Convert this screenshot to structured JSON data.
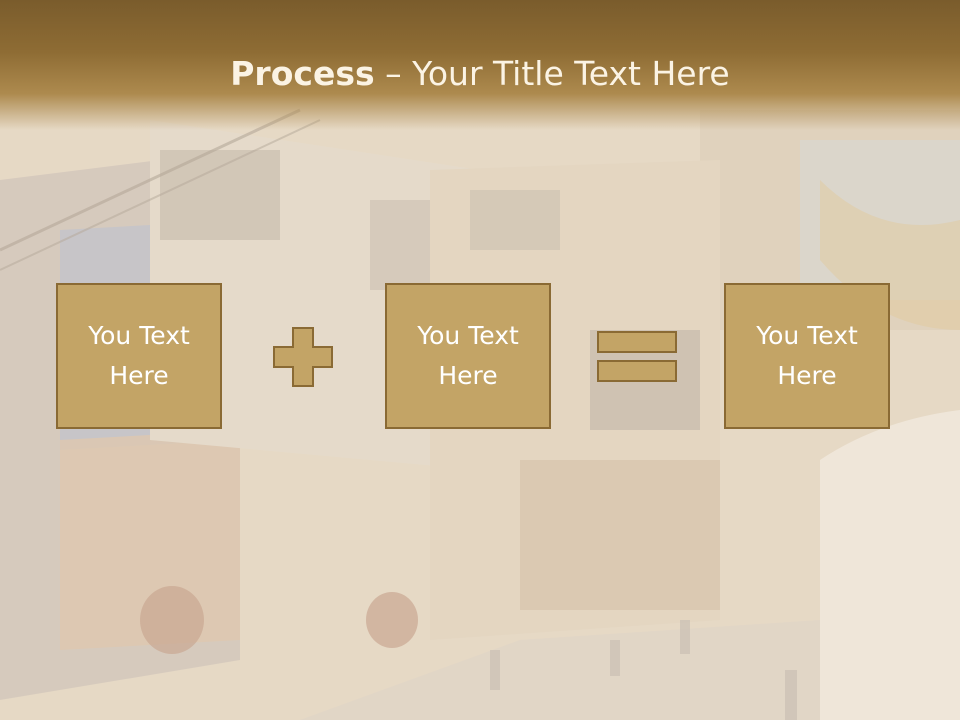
{
  "slide": {
    "title_bold": "Process",
    "title_rest": " – Your Title Text Here",
    "boxes": [
      {
        "label": "You Text\nHere"
      },
      {
        "label": "You Text\nHere"
      },
      {
        "label": "You Text\nHere"
      }
    ],
    "operators": [
      "plus-icon",
      "equals-icon"
    ]
  },
  "colors": {
    "title_bar": "#8e6c34",
    "box_fill": "#c3a466",
    "box_border": "#8a6a34",
    "text": "#ffffff"
  }
}
